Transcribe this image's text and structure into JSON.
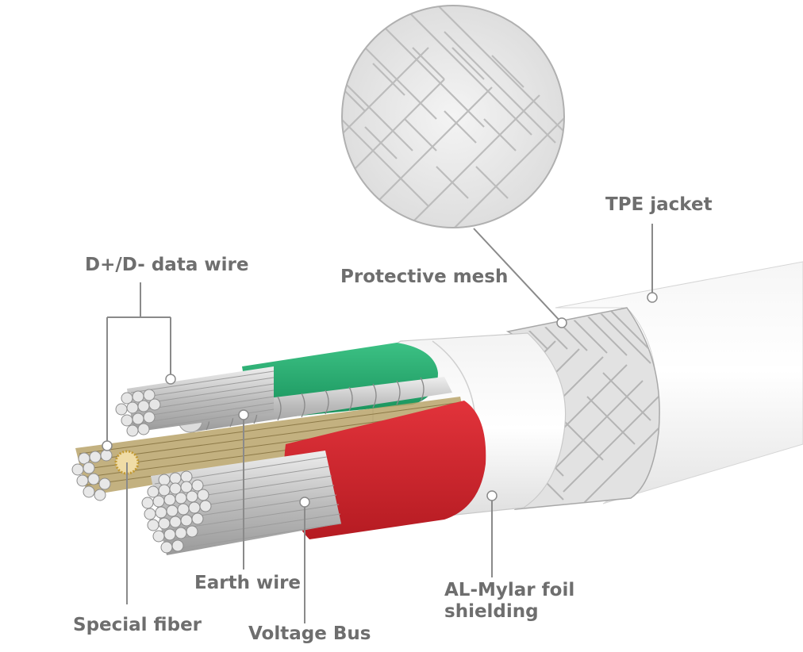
{
  "labels": {
    "data_wire": "D+/D- data wire",
    "protective_mesh": "Protective mesh",
    "tpe_jacket": "TPE jacket",
    "earth_wire": "Earth wire",
    "special_fiber": "Special fiber",
    "voltage_bus": "Voltage Bus",
    "foil_shielding_line1": "AL-Mylar foil",
    "foil_shielding_line2": "shielding"
  },
  "colors": {
    "label_text": "#6e6e6e",
    "callout_line": "#8a8a8a",
    "green_insulation": "#22a66a",
    "red_insulation": "#d8202a",
    "jacket": "#f2f2f2",
    "metal": "#c9c9c9"
  }
}
